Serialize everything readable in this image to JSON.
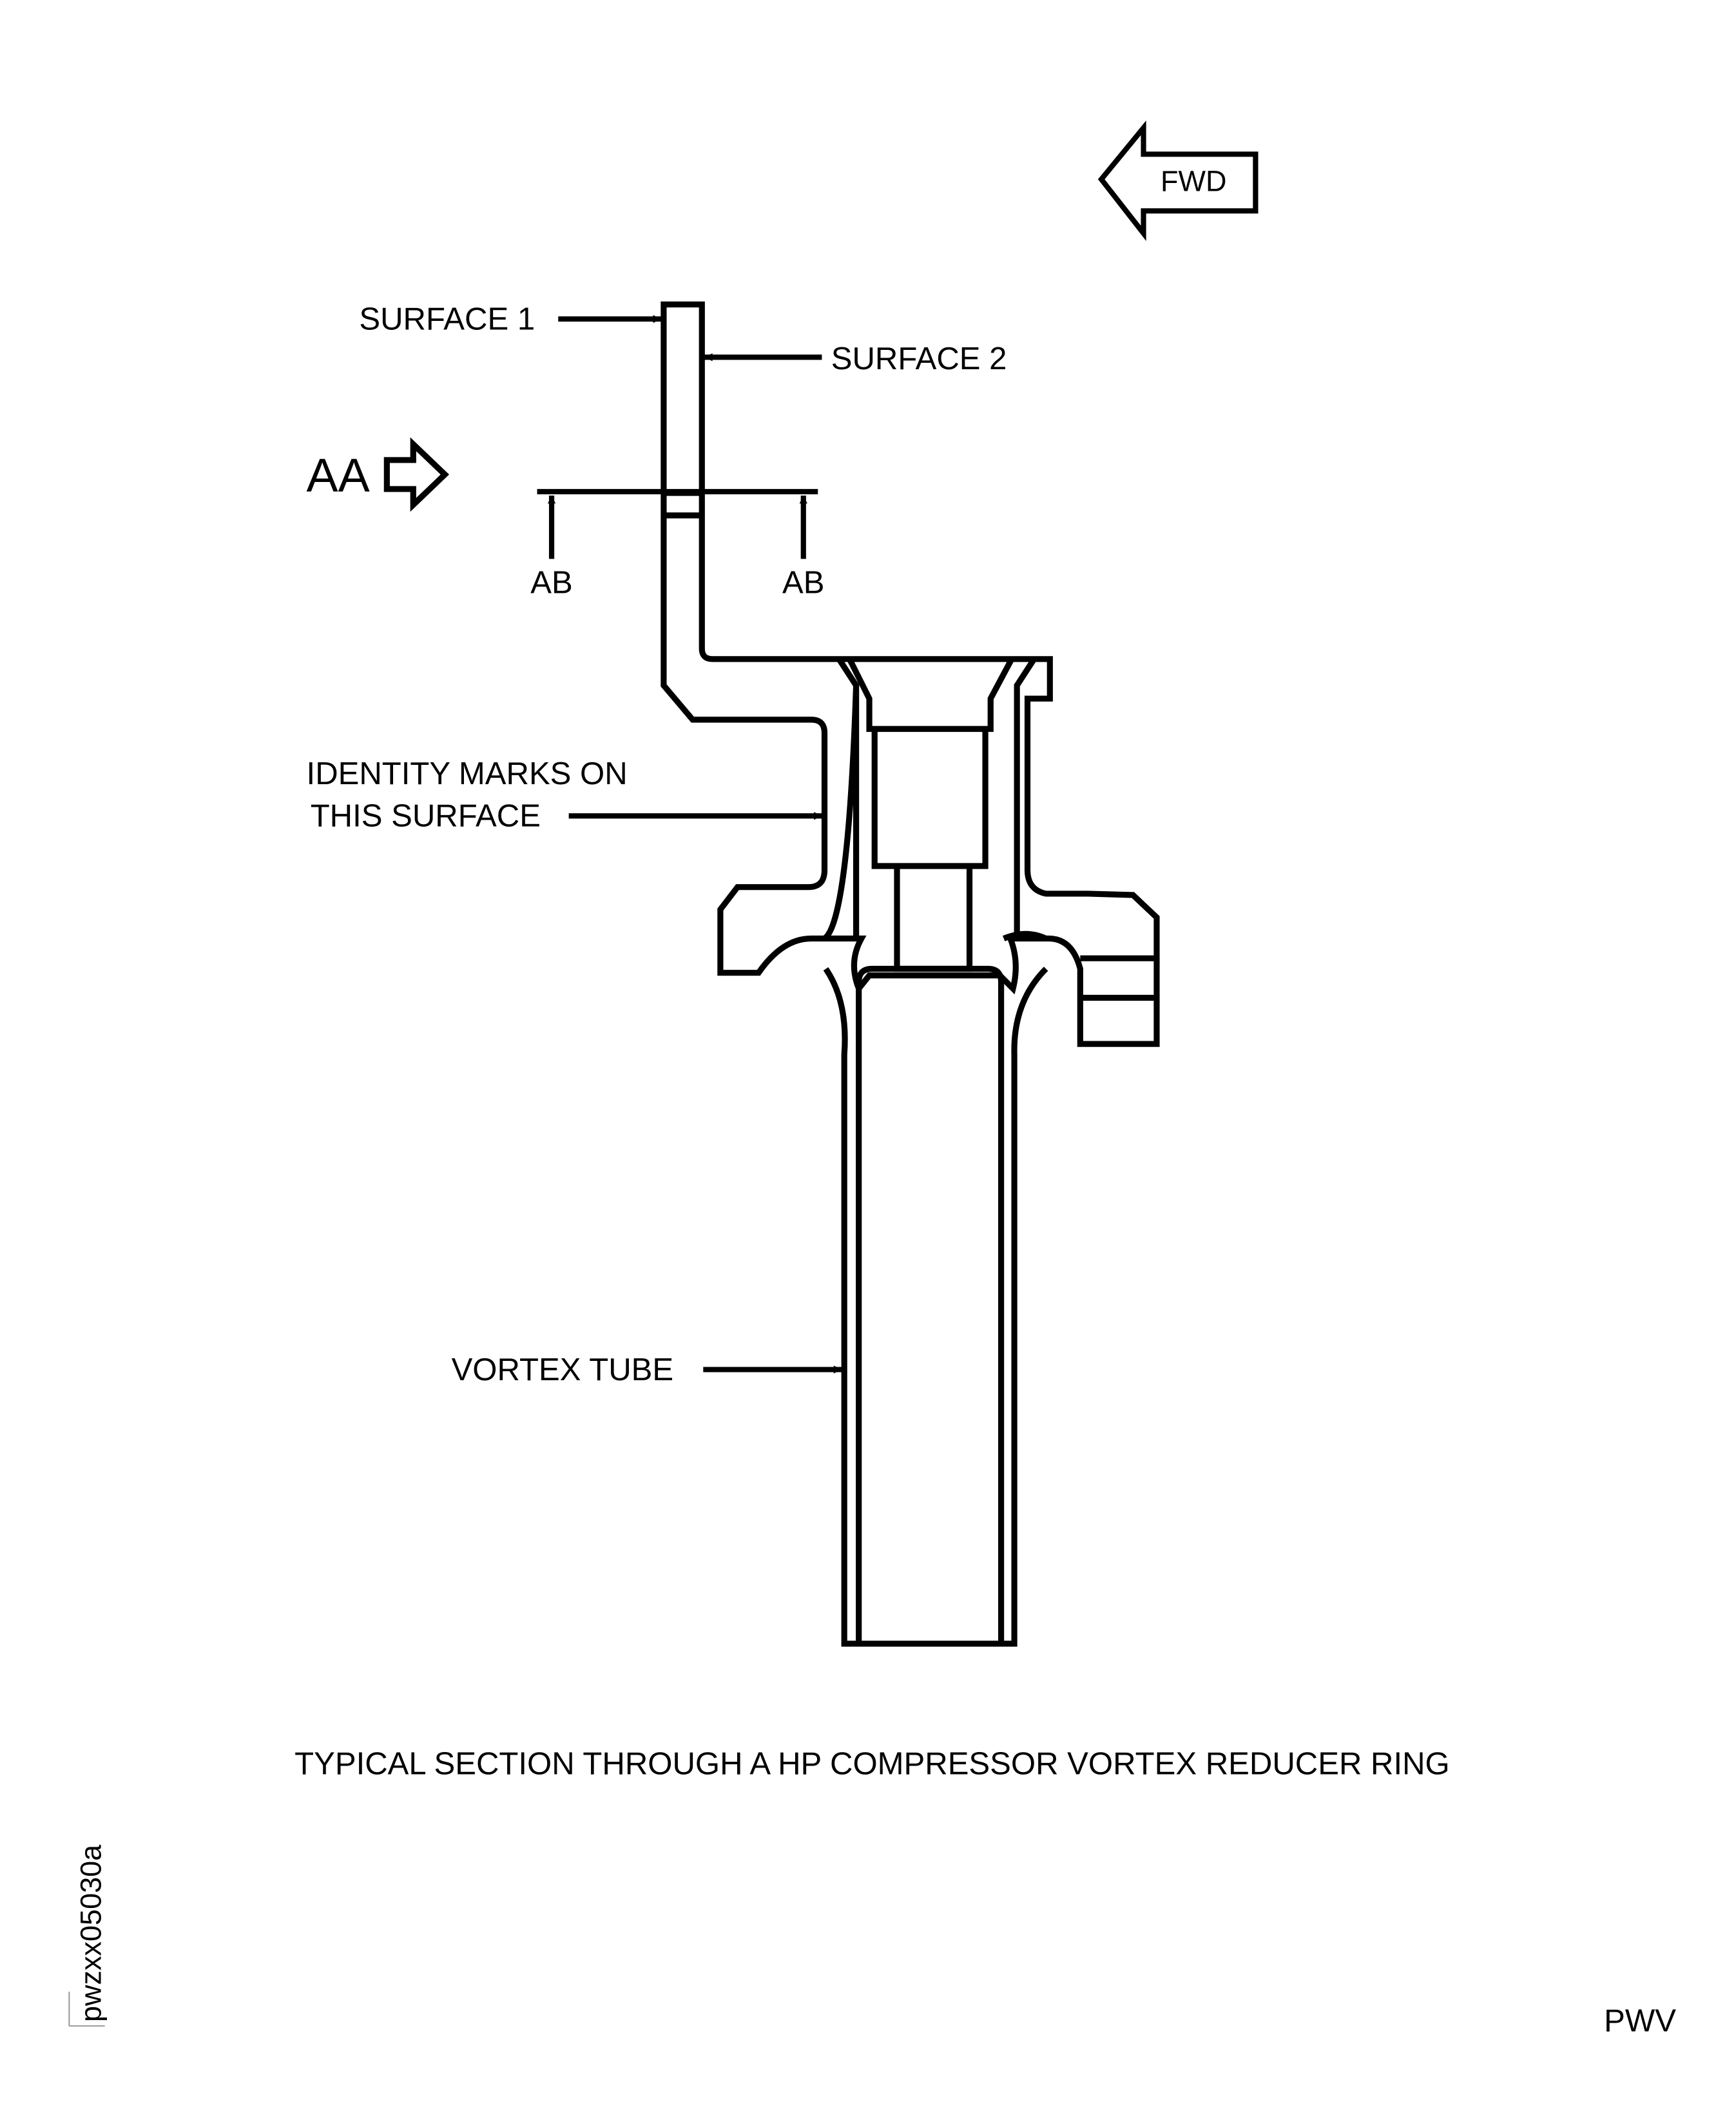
{
  "labels": {
    "fwd": "FWD",
    "surface_1": "SURFACE 1",
    "surface_2": "SURFACE 2",
    "view_aa": "AA",
    "section_ab_left": "AB",
    "section_ab_right": "AB",
    "identity_marks_line1": "IDENTITY MARKS ON",
    "identity_marks_line2": "THIS SURFACE",
    "vortex_tube": "VORTEX TUBE"
  },
  "caption": "TYPICAL SECTION THROUGH A HP COMPRESSOR VORTEX REDUCER RING",
  "figure_id": "pwzxx05030a",
  "footer_code": "PWV"
}
